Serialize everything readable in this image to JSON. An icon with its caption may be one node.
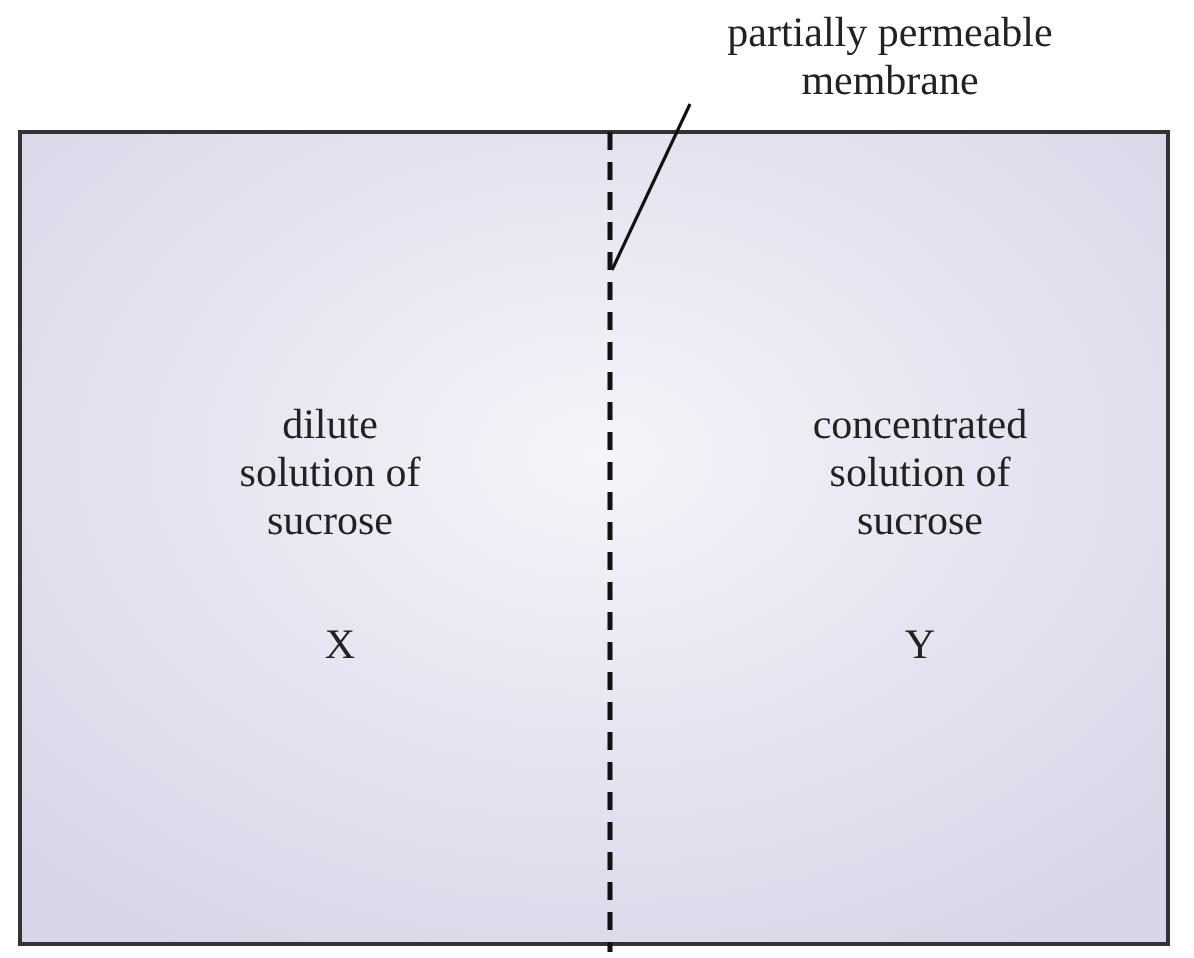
{
  "diagram": {
    "nodes": [
      {
        "text": [
          "partially permeable membrane"
        ]
      },
      {
        "text": [],
        "shape": "line"
      }
    ],
    "edges": [
      {
        "from": 0,
        "to": 1,
        "arrow": "none"
      }
    ],
    "labels": [
      "dilute solution of sucrose",
      "X",
      "concentrated solution of sucrose",
      "Y"
    ]
  }
}
